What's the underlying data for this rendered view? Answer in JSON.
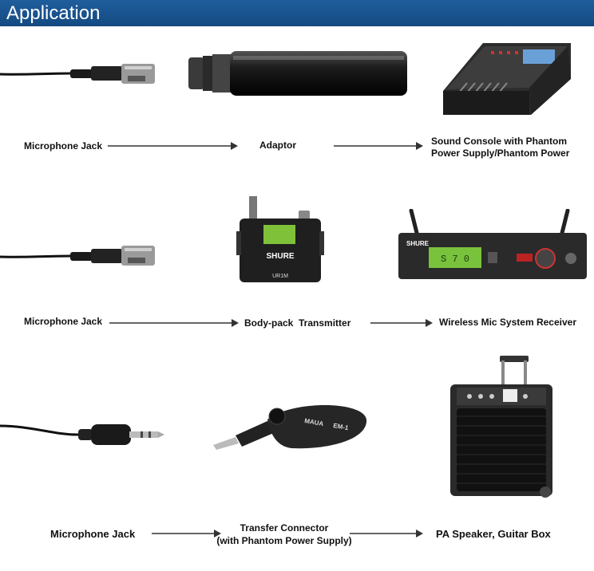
{
  "header": {
    "title": "Application"
  },
  "rows": [
    {
      "labels": {
        "source": "Microphone Jack",
        "middle": "Adaptor",
        "destination_line1": "Sound Console with Phantom",
        "destination_line2": "Power Supply/Phantom Power"
      },
      "images": {
        "source": "mini-xlr-cable",
        "middle": "xlr-adaptor-barrel",
        "destination": "mixing-console"
      }
    },
    {
      "labels": {
        "source": "Microphone Jack",
        "middle": "Body-pack  Transmitter",
        "destination": "Wireless Mic System Receiver"
      },
      "images": {
        "source": "mini-xlr-cable",
        "middle": "bodypack-transmitter",
        "destination": "wireless-receiver"
      },
      "device_text": {
        "transmitter_brand": "SHURE",
        "transmitter_model": "UR1M",
        "receiver_brand": "SHURE",
        "receiver_display": "S 7 0"
      }
    },
    {
      "labels": {
        "source": "Microphone Jack",
        "middle_line1": "Transfer Connector",
        "middle_line2": "(with Phantom Power Supply)",
        "destination": "PA Speaker, Guitar Box"
      },
      "images": {
        "source": "3.5mm-jack-cable",
        "middle": "jack-adapter",
        "destination": "pa-speaker"
      },
      "device_text": {
        "adapter_brand": "MAUA",
        "adapter_model": "EM-1"
      }
    }
  ],
  "colors": {
    "header": "#1a5590",
    "arrow": "#333333"
  }
}
